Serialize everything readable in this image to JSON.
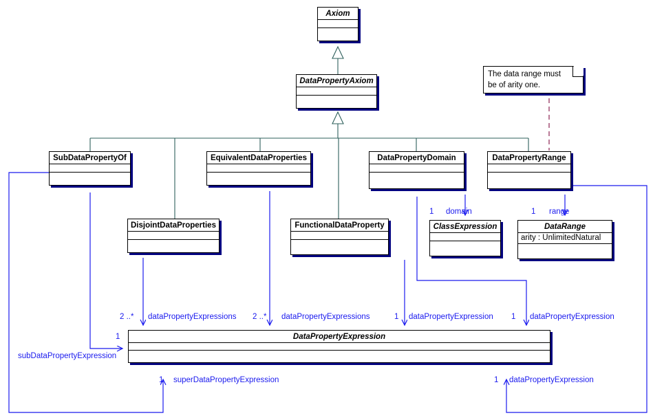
{
  "diagram": {
    "kind": "uml-class-diagram",
    "accent_line_color": "#1a1aee",
    "generalization_color": "#2e5f5b",
    "note_link_color": "#8b2252",
    "shadow_color": "#000080"
  },
  "classes": {
    "axiom": {
      "name": "Axiom",
      "abstract": true
    },
    "data_prop_axiom": {
      "name": "DataPropertyAxiom",
      "abstract": true
    },
    "sub_data_prop_of": {
      "name": "SubDataPropertyOf",
      "abstract": false
    },
    "equiv_data_props": {
      "name": "EquivalentDataProperties",
      "abstract": false
    },
    "data_prop_domain": {
      "name": "DataPropertyDomain",
      "abstract": false
    },
    "data_prop_range": {
      "name": "DataPropertyRange",
      "abstract": false
    },
    "disjoint_data_props": {
      "name": "DisjointDataProperties",
      "abstract": false
    },
    "functional_data_prop": {
      "name": "FunctionalDataProperty",
      "abstract": false
    },
    "class_expression": {
      "name": "ClassExpression",
      "abstract": true
    },
    "data_range": {
      "name": "DataRange",
      "abstract": true,
      "attribute": "arity : UnlimitedNatural"
    },
    "data_prop_expr": {
      "name": "DataPropertyExpression",
      "abstract": true
    }
  },
  "note": {
    "line1": "The data range must",
    "line2": "be of arity one."
  },
  "associations": [
    {
      "id": "domain",
      "role": "domain",
      "multiplicity": "1"
    },
    {
      "id": "range",
      "role": "range",
      "multiplicity": "1"
    },
    {
      "id": "dpe_disj",
      "role": "dataPropertyExpressions",
      "multiplicity": "2 ..*"
    },
    {
      "id": "dpe_equiv",
      "role": "dataPropertyExpressions",
      "multiplicity": "2 ..*"
    },
    {
      "id": "dpe_func",
      "role": "dataPropertyExpression",
      "multiplicity": "1"
    },
    {
      "id": "dpe_dom",
      "role": "dataPropertyExpression",
      "multiplicity": "1"
    },
    {
      "id": "sub_dpe",
      "role": "subDataPropertyExpression",
      "multiplicity": "1"
    },
    {
      "id": "super_dpe",
      "role": "superDataPropertyExpression",
      "multiplicity": "1"
    },
    {
      "id": "dpe_rng",
      "role": "dataPropertyExpression",
      "multiplicity": "1"
    }
  ]
}
